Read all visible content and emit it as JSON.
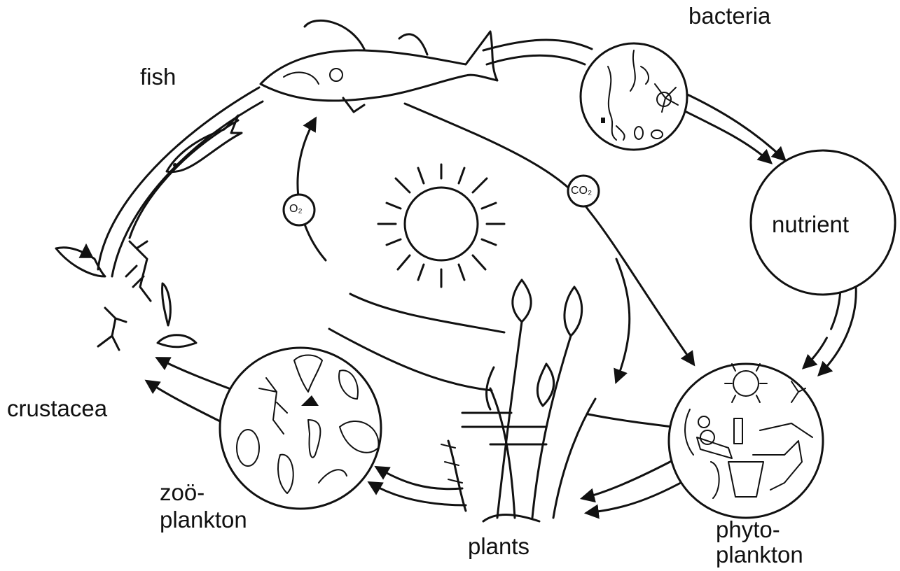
{
  "labels": {
    "fish": "fish",
    "bacteria": "bacteria",
    "nutrient": "nutrient",
    "crustacea": "crustacea",
    "zooplankton_line1": "zoö-",
    "zooplankton_line2": "plankton",
    "plants": "plants",
    "phytoplankton_line1": "phyto-",
    "phytoplankton_line2": "plankton",
    "o2": "O₂",
    "co2": "CO₂"
  },
  "colors": {
    "ink": "#111111",
    "paper": "#ffffff"
  }
}
